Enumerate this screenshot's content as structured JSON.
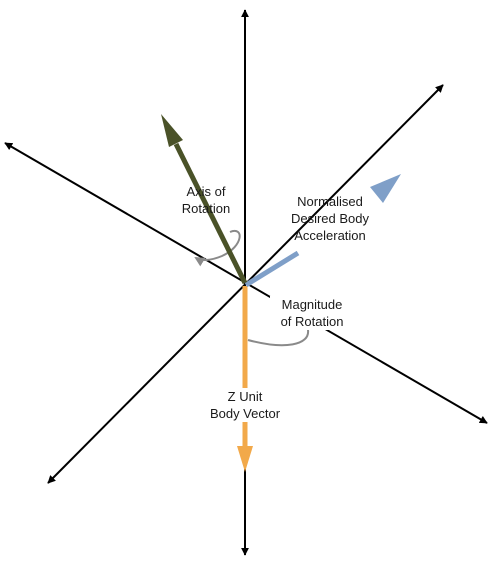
{
  "labels": {
    "axis_of_rotation": [
      "Axis of",
      "Rotation"
    ],
    "normalised_desired_body_acceleration": [
      "Normalised",
      "Desired Body",
      "Acceleration"
    ],
    "magnitude_of_rotation": [
      "Magnitude",
      "of Rotation"
    ],
    "z_unit_body_vector": [
      "Z Unit",
      "Body Vector"
    ]
  },
  "colors": {
    "axes": "#000000",
    "axis_of_rotation_vector": "#4a5228",
    "desired_acceleration_vector": "#7f9fc8",
    "z_unit_vector": "#f2a94a",
    "rotation_arcs": "#8a8a8a"
  }
}
